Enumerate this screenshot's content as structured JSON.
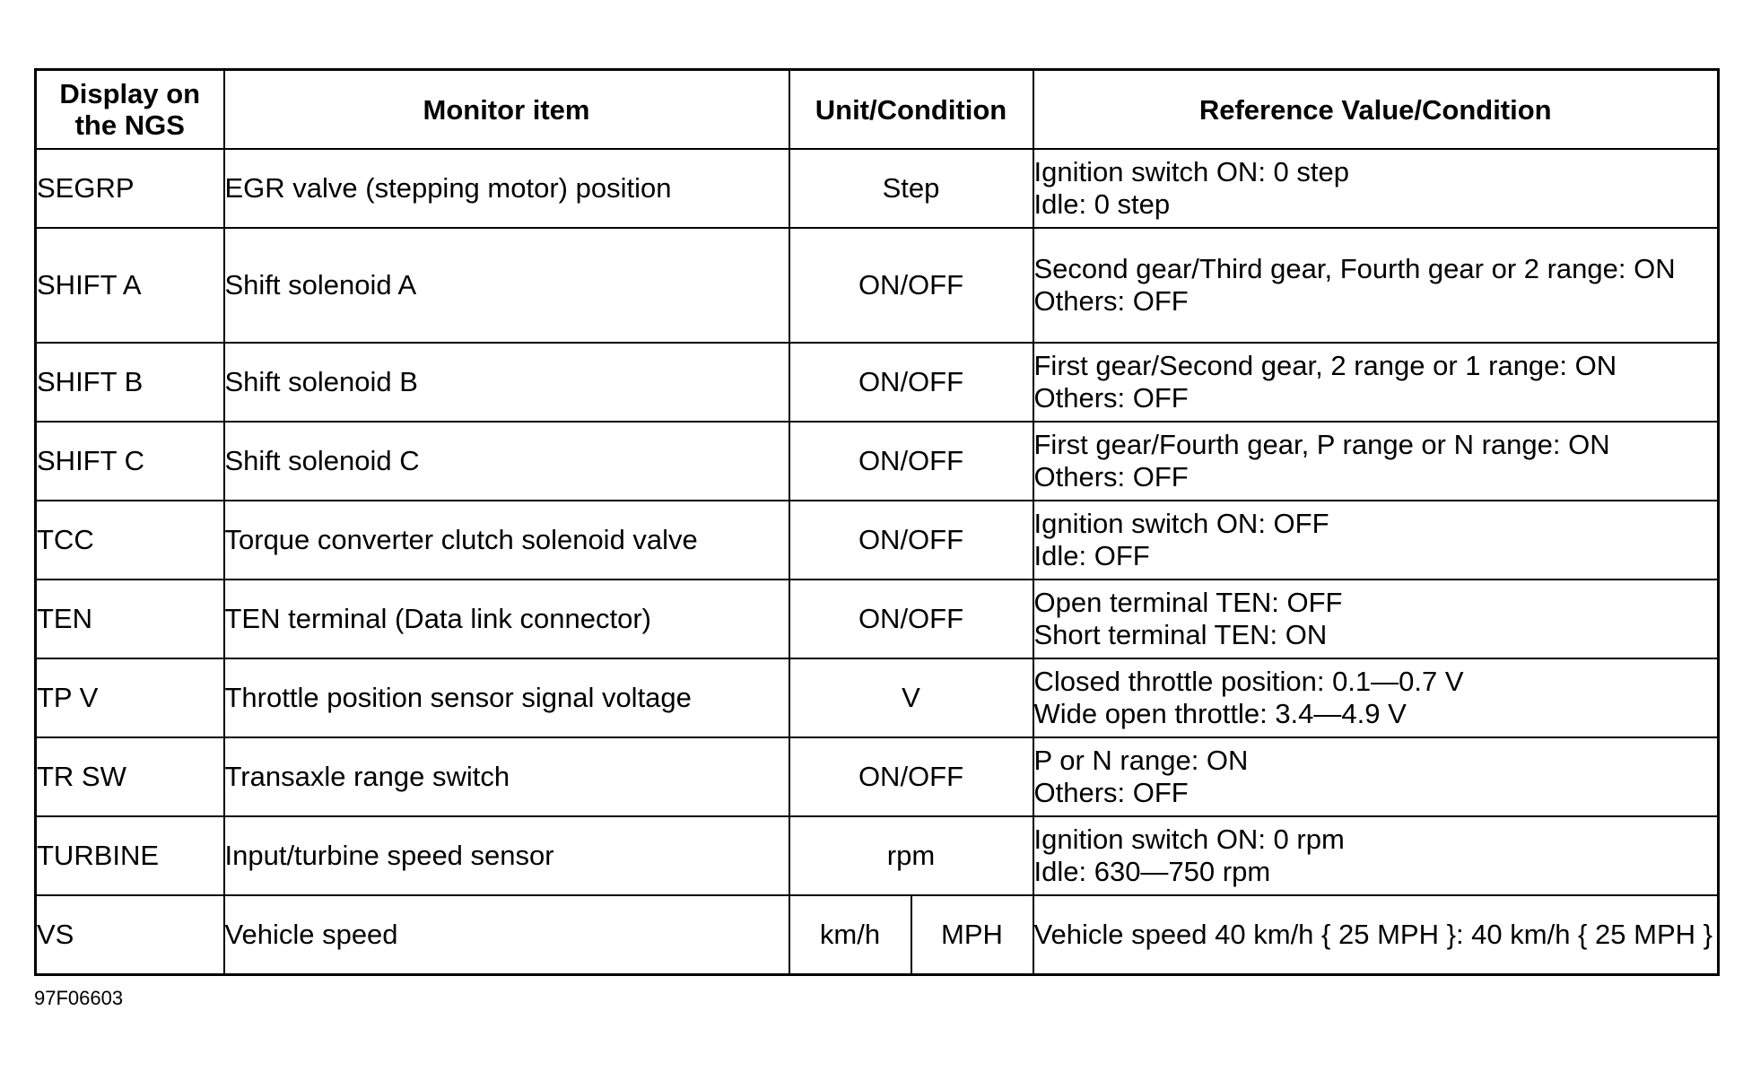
{
  "table": {
    "headers": {
      "display": "Display on the NGS",
      "monitor_item": "Monitor item",
      "unit": "Unit/Condition",
      "reference": "Reference Value/Condition"
    },
    "rows": [
      {
        "display": "SEGRP",
        "monitor_item": "EGR valve (stepping motor) position",
        "unit": "Step",
        "reference": [
          "Ignition switch ON: 0 step",
          "Idle: 0 step"
        ]
      },
      {
        "display": "SHIFT A",
        "monitor_item": "Shift solenoid A",
        "unit": "ON/OFF",
        "reference": [
          "Second gear/Third gear, Fourth gear or 2 range: ON",
          "Others: OFF"
        ]
      },
      {
        "display": "SHIFT B",
        "monitor_item": "Shift solenoid B",
        "unit": "ON/OFF",
        "reference": [
          "First gear/Second gear, 2 range or 1 range: ON",
          "Others: OFF"
        ]
      },
      {
        "display": "SHIFT C",
        "monitor_item": "Shift solenoid C",
        "unit": "ON/OFF",
        "reference": [
          "First gear/Fourth gear, P range or N range: ON",
          "Others: OFF"
        ]
      },
      {
        "display": "TCC",
        "monitor_item": "Torque converter clutch solenoid valve",
        "unit": "ON/OFF",
        "reference": [
          "Ignition switch ON: OFF",
          "Idle: OFF"
        ]
      },
      {
        "display": "TEN",
        "monitor_item": "TEN terminal (Data link connector)",
        "unit": "ON/OFF",
        "reference": [
          "Open terminal TEN: OFF",
          "Short terminal TEN: ON"
        ]
      },
      {
        "display": "TP V",
        "monitor_item": "Throttle position sensor signal voltage",
        "unit": "V",
        "reference": [
          "Closed throttle position: 0.1—0.7 V",
          "Wide open throttle: 3.4—4.9 V"
        ]
      },
      {
        "display": "TR SW",
        "monitor_item": "Transaxle range switch",
        "unit": "ON/OFF",
        "reference": [
          "P or N range: ON",
          "Others: OFF"
        ]
      },
      {
        "display": "TURBINE",
        "monitor_item": "Input/turbine speed sensor",
        "unit": "rpm",
        "reference": [
          "Ignition switch ON: 0 rpm",
          "Idle: 630—750 rpm"
        ]
      },
      {
        "display": "VS",
        "monitor_item": "Vehicle speed",
        "unit_metric": "km/h",
        "unit_imperial": "MPH",
        "reference": [
          "Vehicle speed 40 km/h { 25 MPH }: 40 km/h { 25 MPH }"
        ]
      }
    ]
  },
  "figure_id": "97F06603"
}
